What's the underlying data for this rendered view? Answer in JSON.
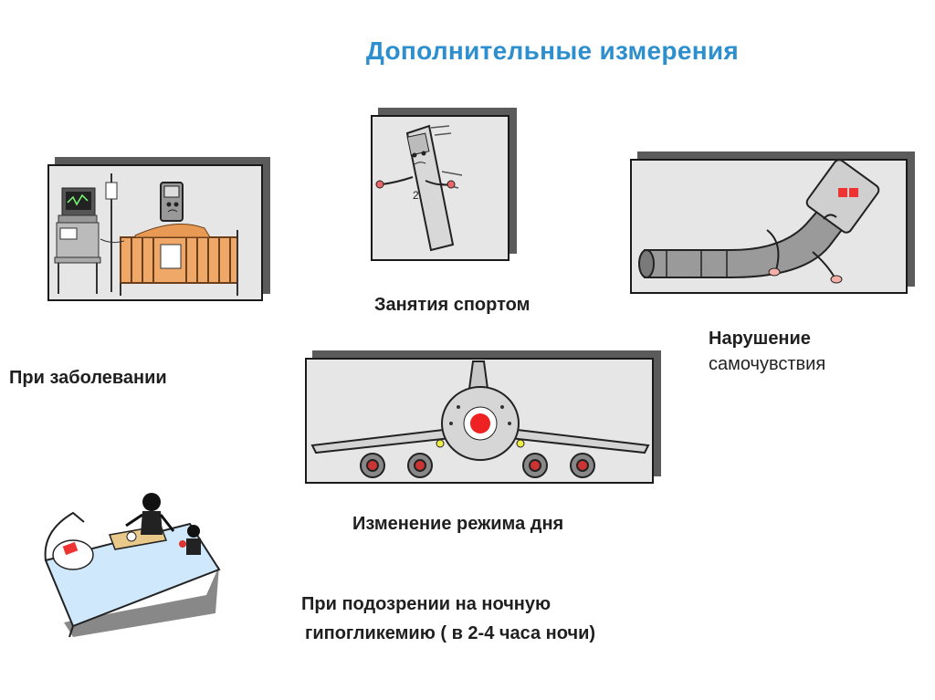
{
  "slide": {
    "title": "Дополнительные измерения",
    "labels": {
      "illness": "При заболевании",
      "sport": "Занятия спортом",
      "wellbeing_line1": "Нарушение",
      "wellbeing_line2": "самочувствия",
      "schedule": "Изменение режима дня",
      "night_line1": "При подозрении на ночную",
      "night_line2": "гипогликемию ( в 2-4 часа ночи)"
    }
  },
  "illustrations": [
    {
      "id": "hospital-bed",
      "icon": "hospital-bed-clipart"
    },
    {
      "id": "running-meter",
      "icon": "running-glucometer-clipart"
    },
    {
      "id": "falling-meter",
      "icon": "tired-glucometer-clipart"
    },
    {
      "id": "airplane",
      "icon": "airplane-clipart"
    },
    {
      "id": "night-bed",
      "icon": "night-bed-clipart"
    }
  ],
  "colors": {
    "title": "#2e8fcf",
    "text": "#222222",
    "panel": "#e6e6e6",
    "shadow": "#5b5b5b"
  }
}
